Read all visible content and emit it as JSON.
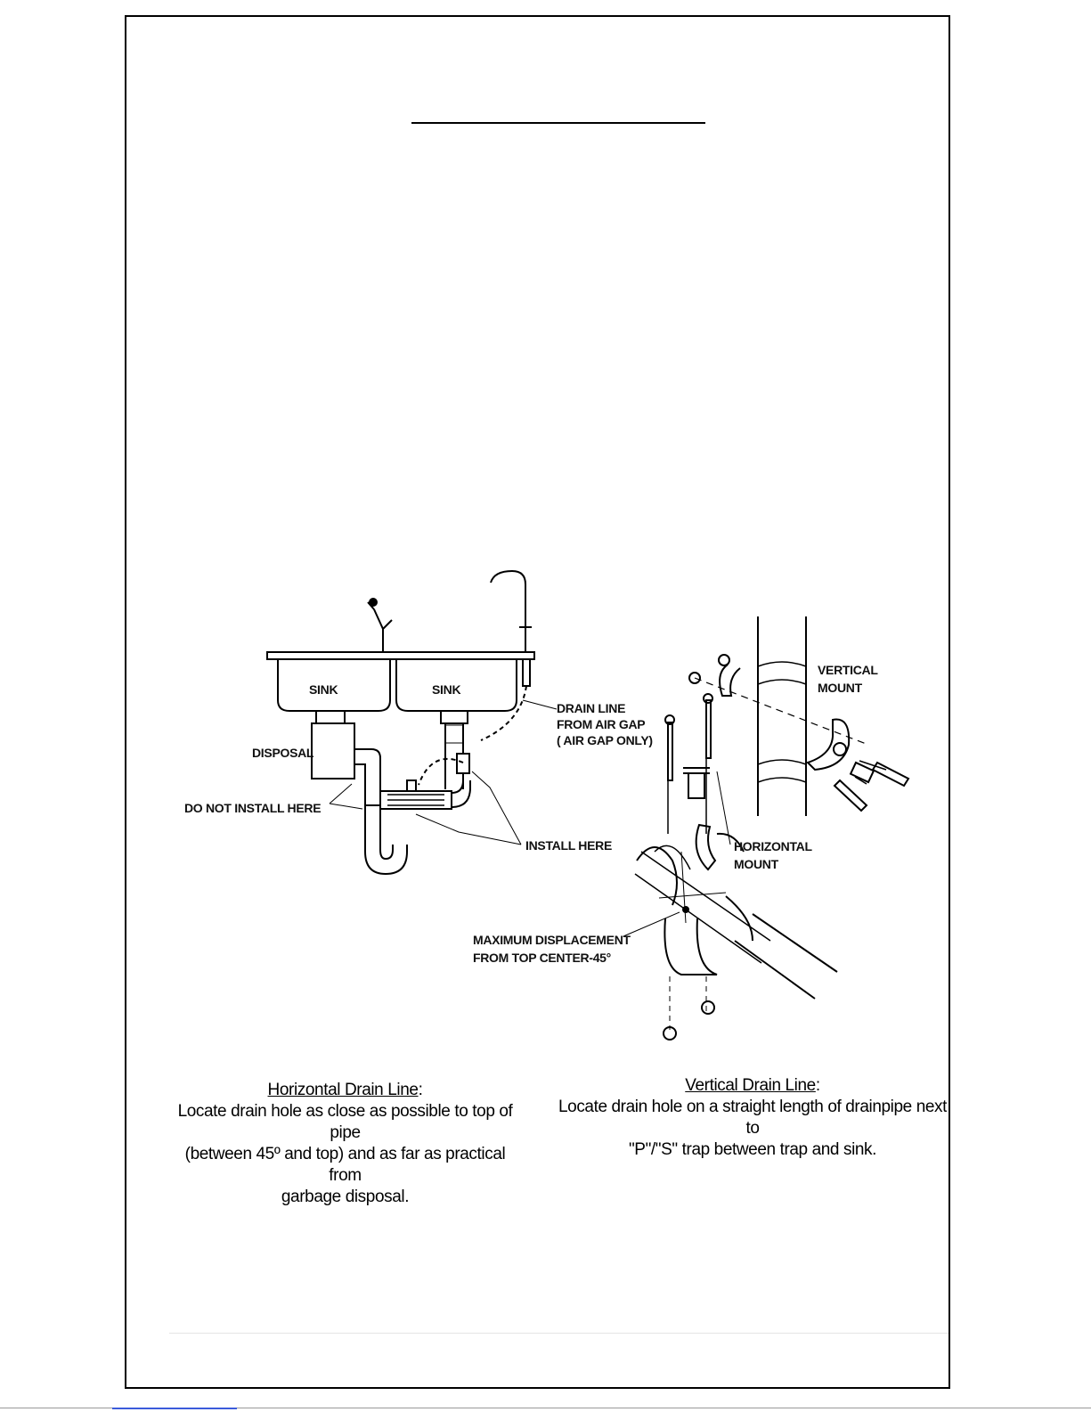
{
  "figure": {
    "labels": {
      "sink_left": "SINK",
      "sink_right": "SINK",
      "disposal": "DISPOSAL",
      "drain_line_1": "DRAIN LINE",
      "drain_line_2": "FROM AIR GAP",
      "drain_line_3": "( AIR GAP ONLY)",
      "do_not_install": "DO NOT INSTALL HERE",
      "install_here": "INSTALL HERE",
      "vertical_mount_1": "VERTICAL",
      "vertical_mount_2": "MOUNT",
      "horizontal_mount_1": "HORIZONTAL",
      "horizontal_mount_2": "MOUNT",
      "max_disp_1": "MAXIMUM DISPLACEMENT",
      "max_disp_2": "FROM TOP CENTER-45°"
    }
  },
  "captions": {
    "horizontal": {
      "title": "Horizontal Drain Line",
      "colon": ":",
      "line1": "Locate drain hole as close as possible to top of pipe",
      "line2": "(between 45º and top) and as far as practical from",
      "line3": "garbage disposal."
    },
    "vertical": {
      "title": "Vertical Drain Line",
      "colon": ":",
      "line1": "Locate drain hole on a straight length of drainpipe next to",
      "line2": "\"P\"/\"S\" trap between trap and sink."
    }
  }
}
